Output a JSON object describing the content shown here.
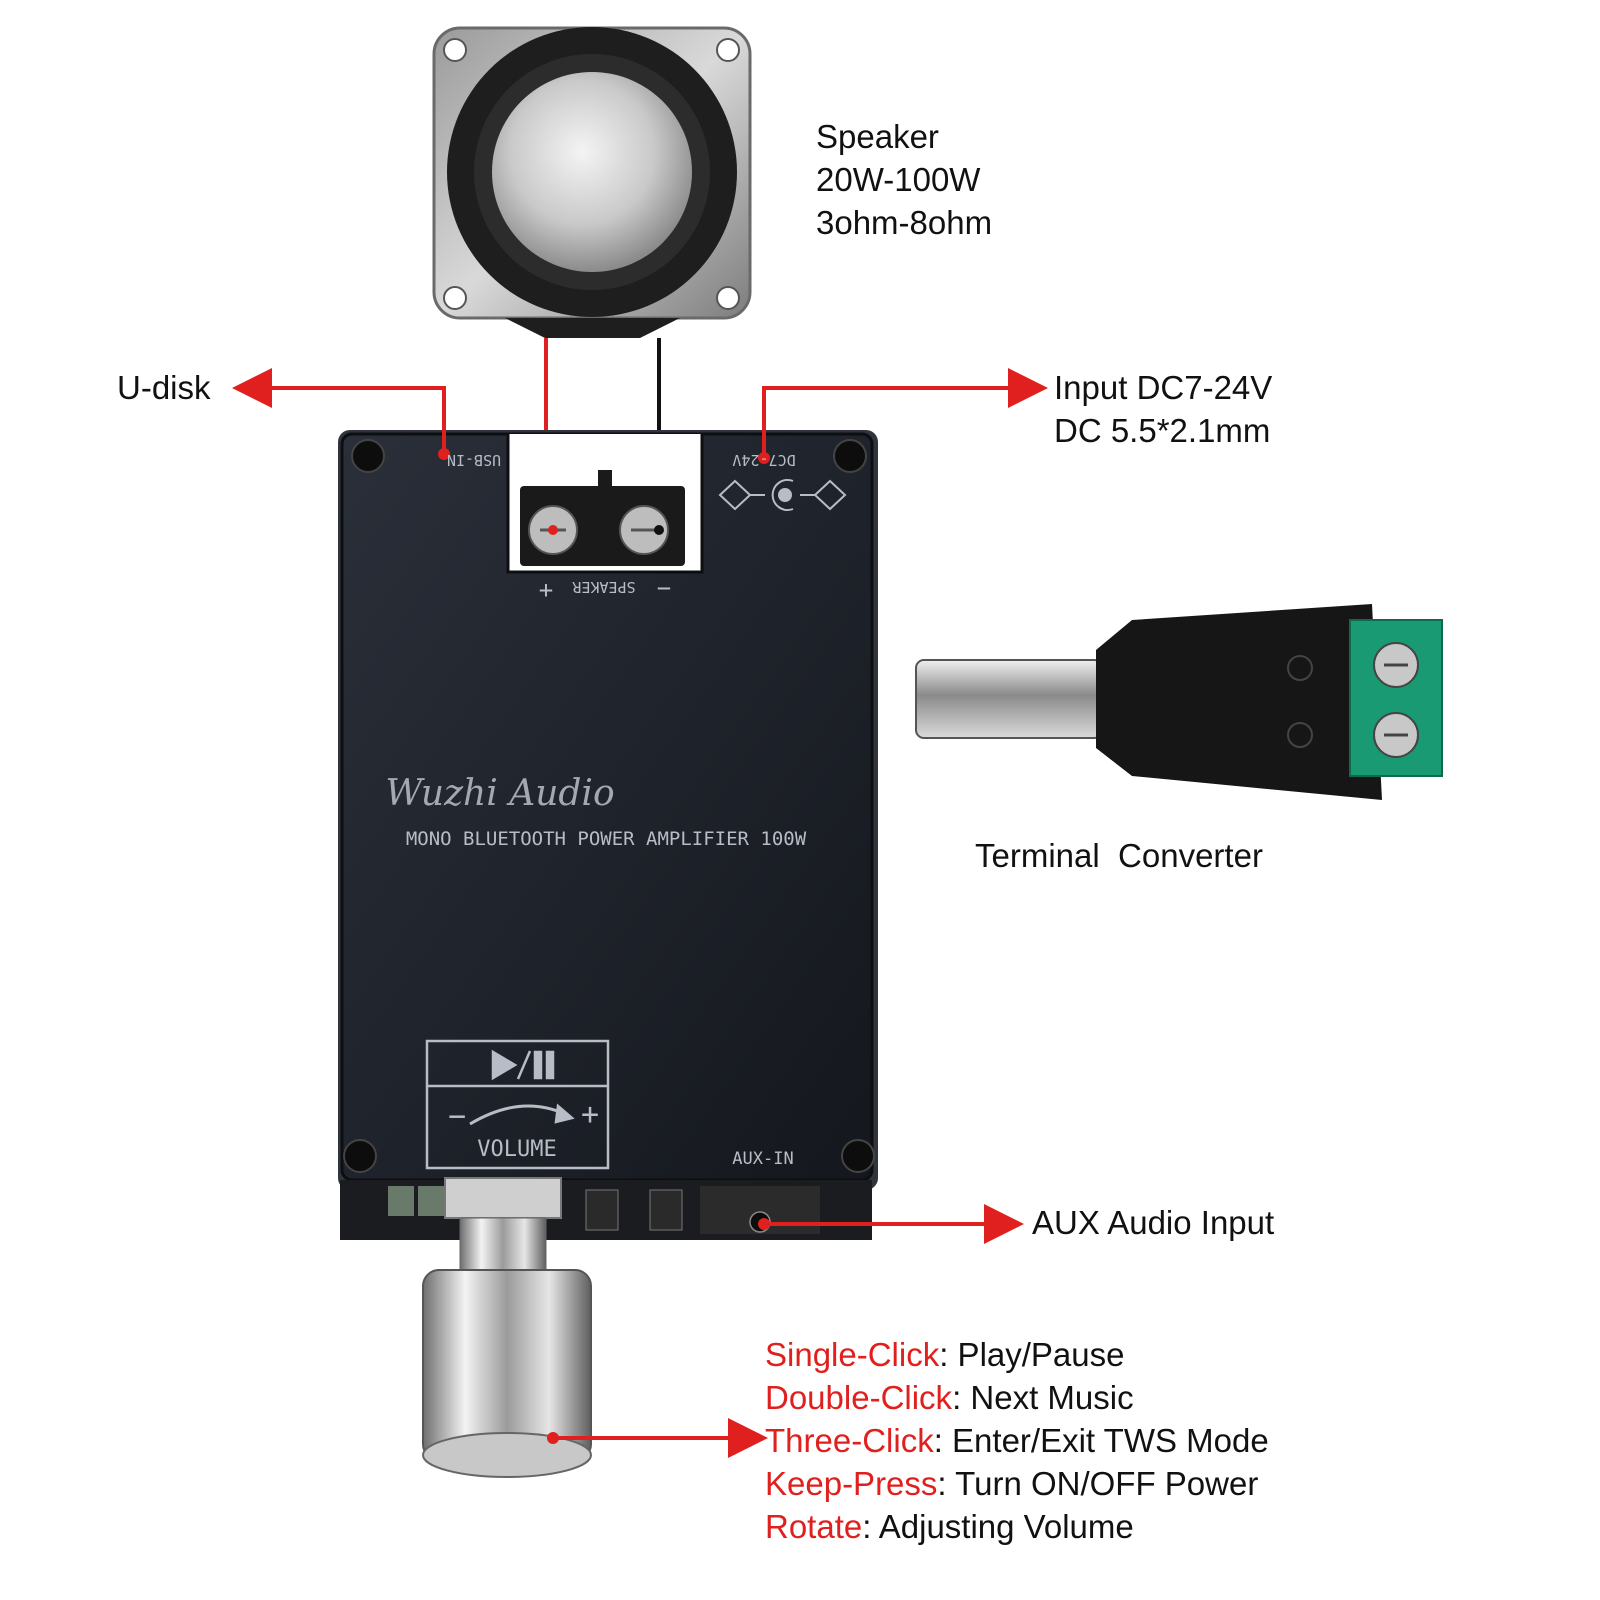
{
  "speaker": {
    "title": "Speaker",
    "power": "20W-100W",
    "impedance": "3ohm-8ohm"
  },
  "callouts": {
    "u_disk": "U-disk",
    "input_dc": "Input DC7-24V",
    "dc_jack": "DC 5.5*2.1mm",
    "terminal_converter": "Terminal  Converter",
    "aux_audio_input": "AUX Audio Input"
  },
  "controls": [
    {
      "action": "Single-Click",
      "result": ": Play/Pause"
    },
    {
      "action": "Double-Click",
      "result": ": Next Music"
    },
    {
      "action": "Three-Click",
      "result": ": Enter/Exit TWS Mode"
    },
    {
      "action": "Keep-Press",
      "result": ": Turn ON/OFF Power"
    },
    {
      "action": "Rotate",
      "result": ": Adjusting Volume"
    }
  ],
  "board": {
    "brand": "Wuzhi Audio",
    "model": "MONO BLUETOOTH POWER AMPLIFIER 100W",
    "usb_label": "USB-IN",
    "dc_label": "DC7-24V",
    "speaker_label": "SPEAKER",
    "aux_label": "AUX-IN",
    "volume_label": "VOLUME",
    "plus": "+",
    "minus": "−"
  },
  "colors": {
    "arrow": "#e0201e",
    "board": "#1b1f27",
    "action_text": "#e0201e"
  }
}
